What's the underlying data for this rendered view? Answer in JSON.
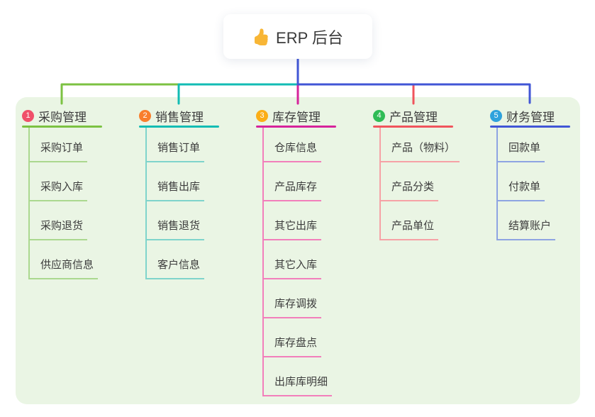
{
  "root": {
    "title": "ERP 后台",
    "icon": "thumbs-up-icon",
    "icon_color": "#F8B636"
  },
  "branches": [
    {
      "num": "1",
      "label": "采购管理",
      "badge_color": "#F0506A",
      "line_color": "#7CC242",
      "child_line_color": "#ABD88F",
      "children": [
        "采购订单",
        "采购入库",
        "采购退货",
        "供应商信息"
      ]
    },
    {
      "num": "2",
      "label": "销售管理",
      "badge_color": "#F97E2C",
      "line_color": "#12BCB4",
      "child_line_color": "#7FD4CB",
      "children": [
        "销售订单",
        "销售出库",
        "销售退货",
        "客户信息"
      ]
    },
    {
      "num": "3",
      "label": "库存管理",
      "badge_color": "#FBAE17",
      "line_color": "#D6239B",
      "child_line_color": "#F27FBB",
      "children": [
        "仓库信息",
        "产品库存",
        "其它出库",
        "其它入库",
        "库存调拨",
        "库存盘点",
        "出库库明细"
      ]
    },
    {
      "num": "4",
      "label": "产品管理",
      "badge_color": "#2FBC55",
      "line_color": "#F0545C",
      "child_line_color": "#F6A2A6",
      "children": [
        "产品（物料）",
        "产品分类",
        "产品单位"
      ]
    },
    {
      "num": "5",
      "label": "财务管理",
      "badge_color": "#2FA2DC",
      "line_color": "#4156D6",
      "child_line_color": "#8EA4E2",
      "children": [
        "回款单",
        "付款单",
        "结算账户"
      ]
    }
  ],
  "panel_color": "#EAF5E4",
  "root_connector_color": "#4156D6"
}
